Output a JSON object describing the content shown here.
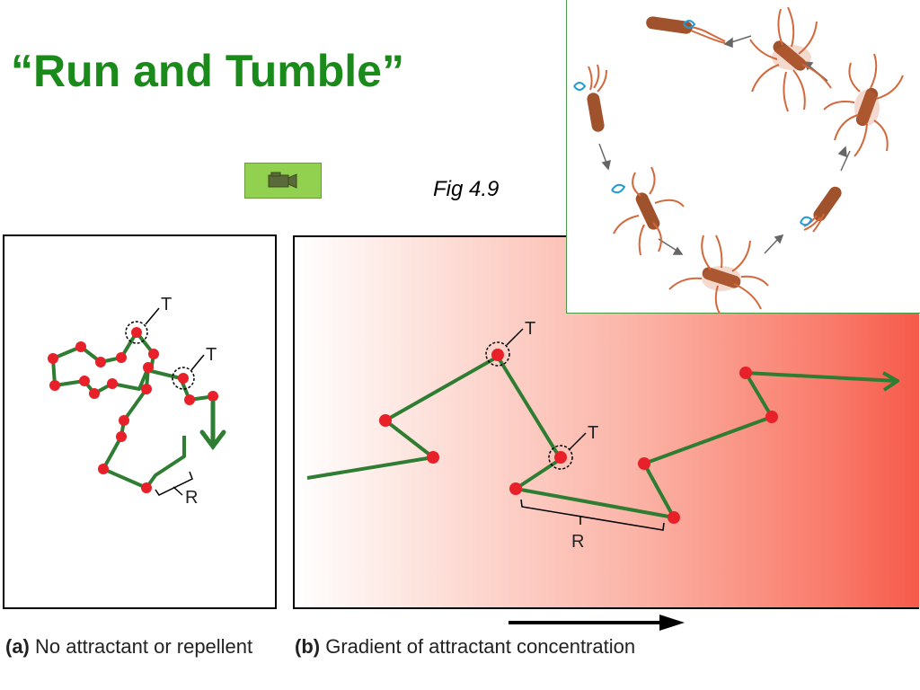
{
  "title": "“Run and Tumble”",
  "fig_label": "Fig 4.9",
  "video_icon": "video-camera-icon",
  "panel_a": {
    "tumble_label": "T",
    "run_label": "R",
    "caption_letter": "(a)",
    "caption_text": "No attractant or repellent"
  },
  "panel_b": {
    "tumble_label": "T",
    "run_label": "R",
    "caption_letter": "(b)",
    "caption_text": "Gradient of attractant concentration"
  },
  "colors": {
    "title_green": "#1a8a1a",
    "path_green": "#2e7d32",
    "point_red": "#e8202a",
    "button_green": "#92d050",
    "gradient_red": "#f65a4a",
    "bacterium_brown": "#a0522d",
    "flagella_orange": "#d2693c",
    "rotation_blue": "#1e9bd7"
  }
}
